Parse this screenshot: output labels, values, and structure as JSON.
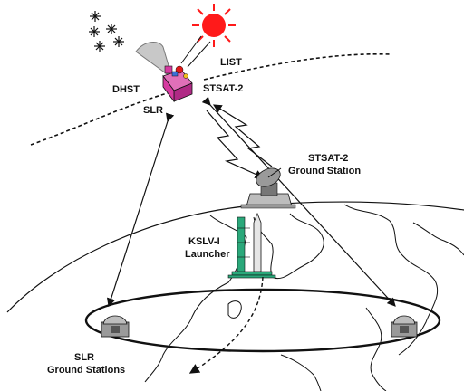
{
  "labels": {
    "dhst": "DHST",
    "list": "LIST",
    "satellite": "STSAT-2",
    "slr": "SLR",
    "ground_station_line1": "STSAT-2",
    "ground_station_line2": "Ground Station",
    "launcher_line1": "KSLV-I",
    "launcher_line2": "Launcher",
    "slr_ground_line1": "SLR",
    "slr_ground_line2": "Ground Stations"
  },
  "colors": {
    "sun": "#ff1a1a",
    "launcher": "#2aa87a",
    "satellite_body": "#d63aa0",
    "satellite_panel": "#e070b8",
    "line": "#111111",
    "dish": "#888888"
  },
  "icons": [
    "star-cluster-icon",
    "sun-icon",
    "satellite-icon",
    "satellite-dish-icon",
    "rocket-launcher-icon",
    "slr-station-icon"
  ]
}
